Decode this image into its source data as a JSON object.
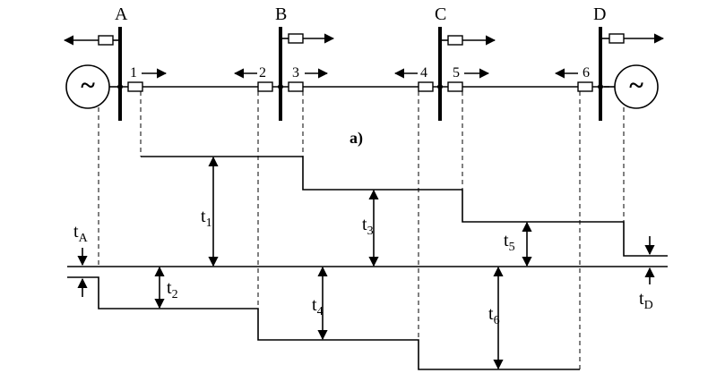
{
  "buses": [
    {
      "id": "bus-a",
      "label": "A"
    },
    {
      "id": "bus-b",
      "label": "B"
    },
    {
      "id": "bus-c",
      "label": "C"
    },
    {
      "id": "bus-d",
      "label": "D"
    }
  ],
  "breakers": [
    {
      "id": "breaker-1",
      "label": "1"
    },
    {
      "id": "breaker-2",
      "label": "2"
    },
    {
      "id": "breaker-3",
      "label": "3"
    },
    {
      "id": "breaker-4",
      "label": "4"
    },
    {
      "id": "breaker-5",
      "label": "5"
    },
    {
      "id": "breaker-6",
      "label": "6"
    }
  ],
  "figure_label": "a)",
  "generator_symbol": "~",
  "times": [
    {
      "id": "t1",
      "base": "t",
      "sub": "1"
    },
    {
      "id": "t2",
      "base": "t",
      "sub": "2"
    },
    {
      "id": "t3",
      "base": "t",
      "sub": "3"
    },
    {
      "id": "t4",
      "base": "t",
      "sub": "4"
    },
    {
      "id": "t5",
      "base": "t",
      "sub": "5"
    },
    {
      "id": "t6",
      "base": "t",
      "sub": "6"
    },
    {
      "id": "tA",
      "base": "t",
      "sub": "A"
    },
    {
      "id": "tD",
      "base": "t",
      "sub": "D"
    }
  ]
}
